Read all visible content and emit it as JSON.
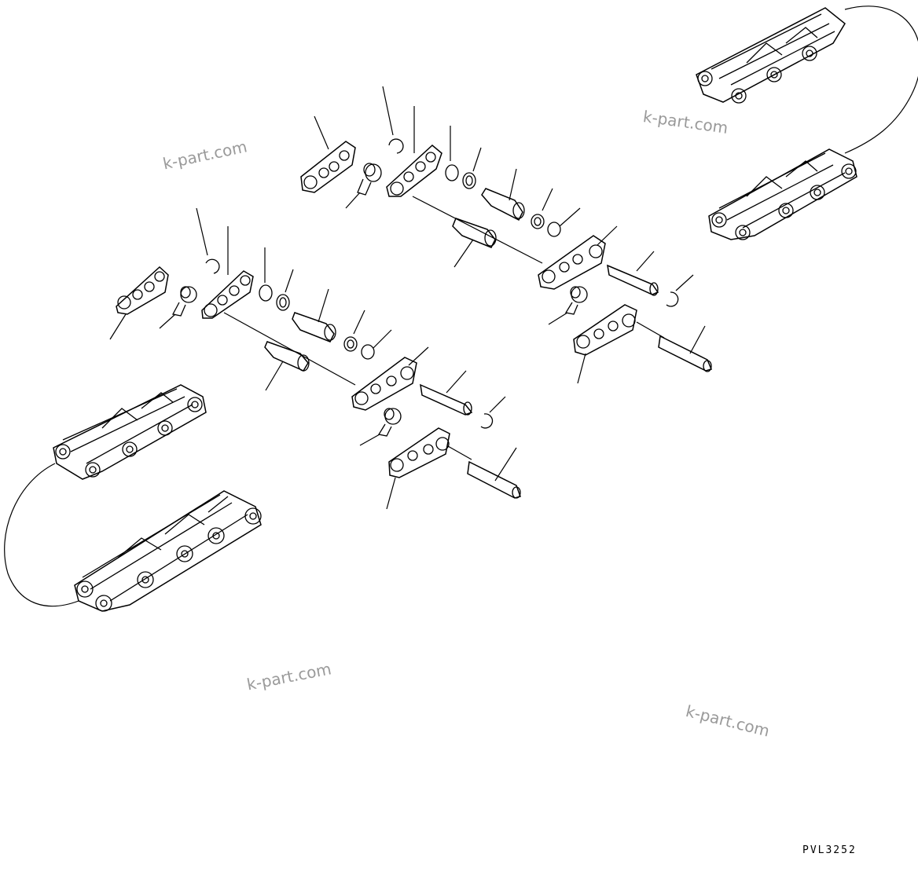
{
  "watermarks": [
    "k-part.com",
    "k-part.com",
    "k-part.com",
    "k-part.com"
  ],
  "drawing_code": "PVL3252",
  "line_color": "#000000",
  "watermark_color": "#9a9a9a"
}
